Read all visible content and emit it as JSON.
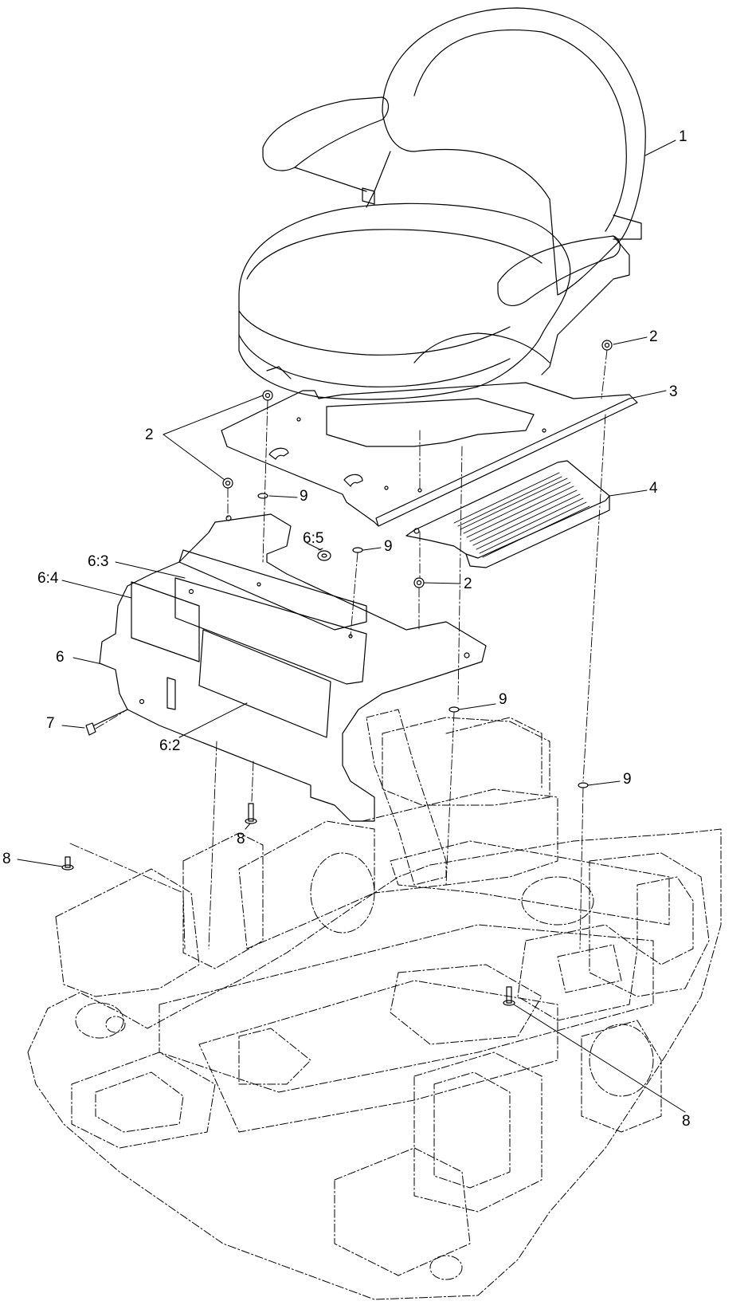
{
  "diagram": {
    "callouts": [
      {
        "id": "c1",
        "label": "1"
      },
      {
        "id": "c2a",
        "label": "2"
      },
      {
        "id": "c2b",
        "label": "2"
      },
      {
        "id": "c2c",
        "label": "2"
      },
      {
        "id": "c3",
        "label": "3"
      },
      {
        "id": "c4",
        "label": "4"
      },
      {
        "id": "c9a",
        "label": "9"
      },
      {
        "id": "c9b",
        "label": "9"
      },
      {
        "id": "c9c",
        "label": "9"
      },
      {
        "id": "c9d",
        "label": "9"
      },
      {
        "id": "c65",
        "label": "6:5"
      },
      {
        "id": "c63",
        "label": "6:3"
      },
      {
        "id": "c64",
        "label": "6:4"
      },
      {
        "id": "c6",
        "label": "6"
      },
      {
        "id": "c7",
        "label": "7"
      },
      {
        "id": "c62",
        "label": "6:2"
      },
      {
        "id": "c8a",
        "label": "8"
      },
      {
        "id": "c8b",
        "label": "8"
      },
      {
        "id": "c8c",
        "label": "8"
      }
    ]
  }
}
